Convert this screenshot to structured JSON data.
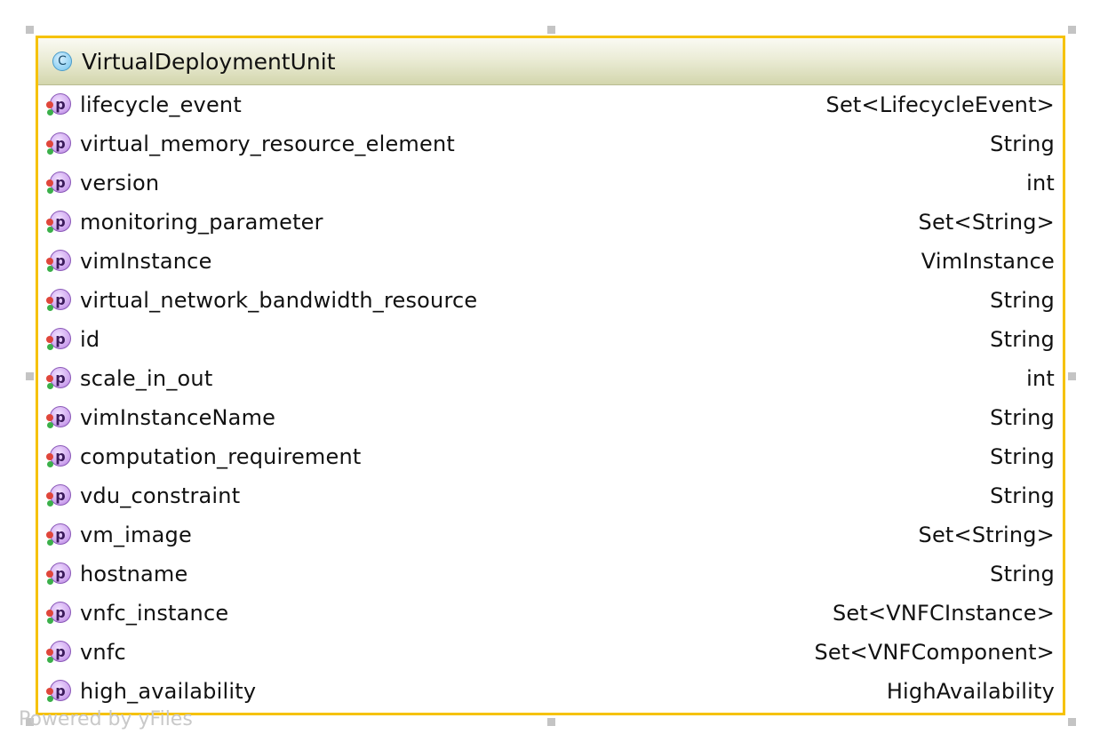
{
  "class": {
    "icon": "class-c-icon",
    "icon_letter": "C",
    "name": "VirtualDeploymentUnit"
  },
  "property_icon_letter": "p",
  "fields": [
    {
      "name": "lifecycle_event",
      "type": "Set<LifecycleEvent>"
    },
    {
      "name": "virtual_memory_resource_element",
      "type": "String"
    },
    {
      "name": "version",
      "type": "int"
    },
    {
      "name": "monitoring_parameter",
      "type": "Set<String>"
    },
    {
      "name": "vimInstance",
      "type": "VimInstance"
    },
    {
      "name": "virtual_network_bandwidth_resource",
      "type": "String"
    },
    {
      "name": "id",
      "type": "String"
    },
    {
      "name": "scale_in_out",
      "type": "int"
    },
    {
      "name": "vimInstanceName",
      "type": "String"
    },
    {
      "name": "computation_requirement",
      "type": "String"
    },
    {
      "name": "vdu_constraint",
      "type": "String"
    },
    {
      "name": "vm_image",
      "type": "Set<String>"
    },
    {
      "name": "hostname",
      "type": "String"
    },
    {
      "name": "vnfc_instance",
      "type": "Set<VNFCInstance>"
    },
    {
      "name": "vnfc",
      "type": "Set<VNFComponent>"
    },
    {
      "name": "high_availability",
      "type": "HighAvailability"
    }
  ],
  "watermark": "Powered by yFiles",
  "colors": {
    "selection_border": "#f6c200",
    "header_gradient_end": "#d3d6ad",
    "class_icon": "#8fd0f2",
    "property_icon": "#cfa6ef"
  }
}
